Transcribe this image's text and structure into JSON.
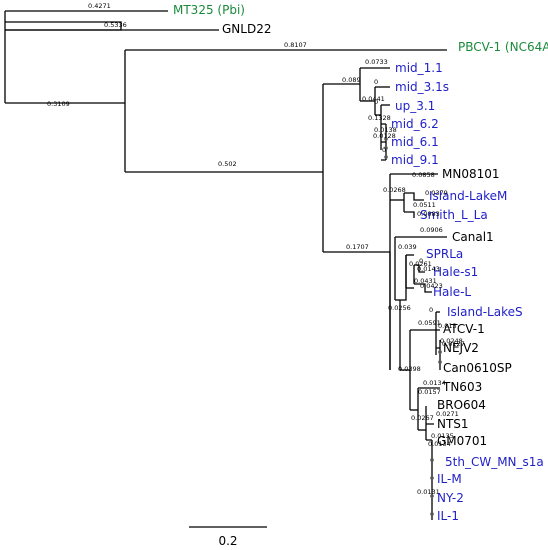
{
  "colors": {
    "green": "#1a8a3c",
    "blue": "#1f1fc8",
    "black": "#000000"
  },
  "leaves": [
    {
      "id": "MT325",
      "label": "MT325 (Pbi)",
      "color": "green"
    },
    {
      "id": "GNLD22",
      "label": "GNLD22",
      "color": "black"
    },
    {
      "id": "PBCV1",
      "label": "PBCV-1 (NC64A)",
      "color": "green"
    },
    {
      "id": "mid11",
      "label": "mid_1.1",
      "color": "blue"
    },
    {
      "id": "mid31s",
      "label": "mid_3.1s",
      "color": "blue"
    },
    {
      "id": "up31",
      "label": "up_3.1",
      "color": "blue"
    },
    {
      "id": "mid62",
      "label": "mid_6.2",
      "color": "blue"
    },
    {
      "id": "mid61",
      "label": "mid_6.1",
      "color": "blue"
    },
    {
      "id": "mid91",
      "label": "mid_9.1",
      "color": "blue"
    },
    {
      "id": "MN08101",
      "label": "MN08101",
      "color": "black"
    },
    {
      "id": "IslandLakeM",
      "label": "Island-LakeM",
      "color": "blue"
    },
    {
      "id": "SmithL",
      "label": "Smith_L_La",
      "color": "blue"
    },
    {
      "id": "Canal1",
      "label": "Canal1",
      "color": "black"
    },
    {
      "id": "SPRLa",
      "label": "SPRLa",
      "color": "blue"
    },
    {
      "id": "Hales1",
      "label": "Hale-s1",
      "color": "blue"
    },
    {
      "id": "HaleL",
      "label": "Hale-L",
      "color": "blue"
    },
    {
      "id": "IslandLakeS",
      "label": "Island-LakeS",
      "color": "blue"
    },
    {
      "id": "ATCV1",
      "label": "ATCV-1",
      "color": "black"
    },
    {
      "id": "NEJV2",
      "label": "NEJV2",
      "color": "black"
    },
    {
      "id": "Can0610SP",
      "label": "Can0610SP",
      "color": "black"
    },
    {
      "id": "TN603",
      "label": "TN603",
      "color": "black"
    },
    {
      "id": "BRO604",
      "label": "BRO604",
      "color": "black"
    },
    {
      "id": "NTS1",
      "label": "NTS1",
      "color": "black"
    },
    {
      "id": "GM0701",
      "label": "GM0701",
      "color": "black"
    },
    {
      "id": "5thCW",
      "label": "5th_CW_MN_s1a",
      "color": "blue"
    },
    {
      "id": "ILM",
      "label": "IL-M",
      "color": "blue"
    },
    {
      "id": "NY2",
      "label": "NY-2",
      "color": "blue"
    },
    {
      "id": "IL1",
      "label": "IL-1",
      "color": "blue"
    }
  ],
  "branch_lengths": [
    "0.4271",
    "0.5336",
    "0.8107",
    "0.3109",
    "0.502",
    "0.0733",
    "0.089",
    "0",
    "0.0441",
    "0",
    "0.1328",
    "0.0138",
    "0.0128",
    "0",
    "0.1707",
    "0.0858",
    "0.0268",
    "0.0379",
    "0.0511",
    "0.0083",
    "0.0906",
    "0.039",
    "0.0261",
    "0",
    "0.0143",
    "0.0431",
    "0.0423",
    "0.0256",
    "0",
    "0.0591",
    "0.013",
    "0.0248",
    "0.0127",
    "0.0398",
    "0.0134",
    "0.0157",
    "0.0267",
    "0.0271",
    "0.0134",
    "0.0135",
    "0.0131"
  ],
  "scale_bar": {
    "length": 0.2,
    "label": "0.2"
  }
}
